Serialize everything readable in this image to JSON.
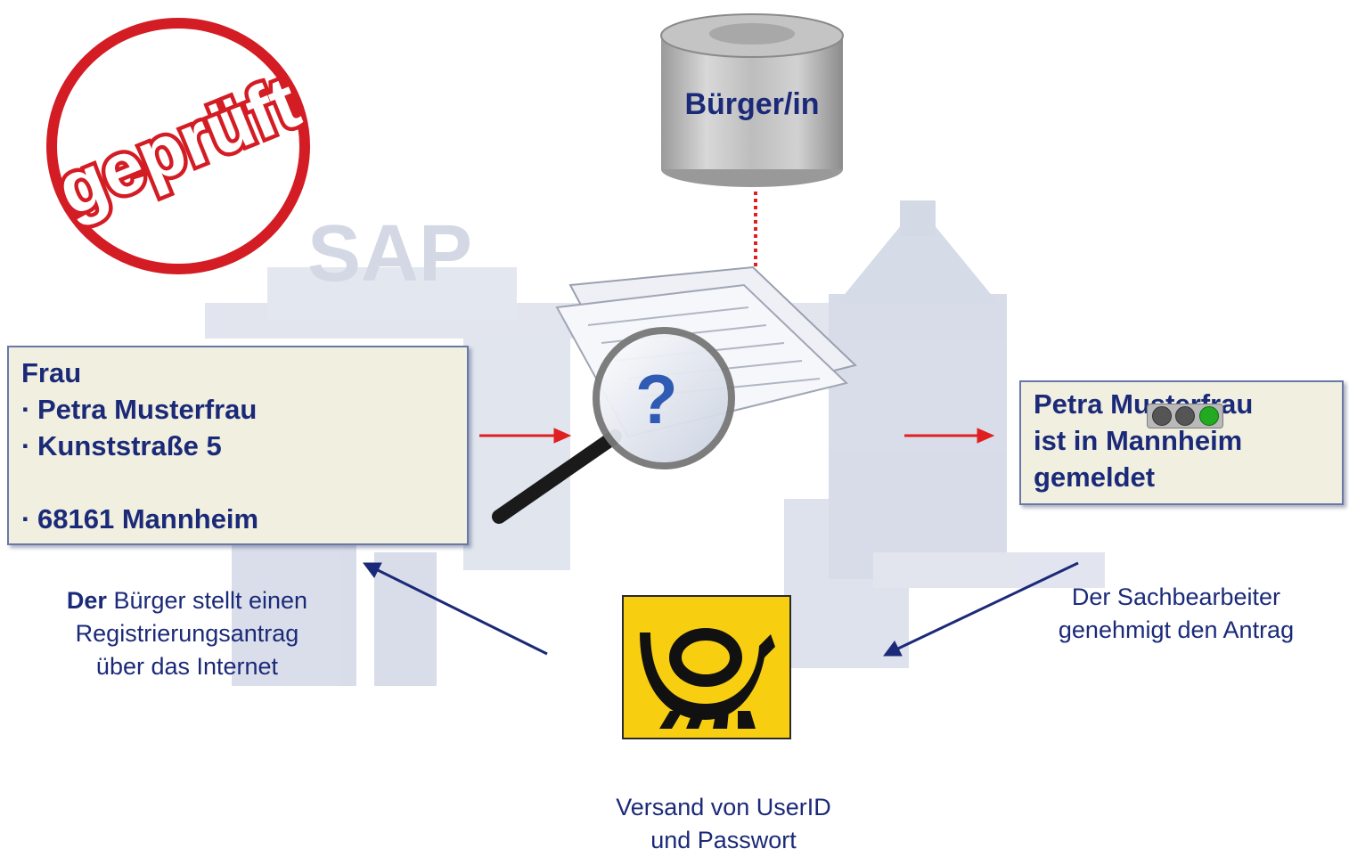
{
  "stamp": {
    "text": "geprüft",
    "color": "#d41c24"
  },
  "watermark": {
    "logo_text": "SAP"
  },
  "database": {
    "label": "Bürger/in"
  },
  "citizen_card": {
    "title": "Frau",
    "bullet": "·",
    "name": "Petra Musterfrau",
    "street": "Kunststraße 5",
    "city": "68161 Mannheim"
  },
  "status_card": {
    "line1": "Petra Musterfrau",
    "line2": "ist in Mannheim",
    "line3": "gemeldet",
    "traffic_light": [
      "#555555",
      "#555555",
      "#22aa22"
    ]
  },
  "step_citizen": {
    "bold": "Der",
    "line1_rest": " Bürger stellt einen",
    "line2": "Registrierungsantrag",
    "line3": "über das Internet"
  },
  "step_clerk": {
    "line1": "Der Sachbearbeiter",
    "line2": "genehmigt den Antrag"
  },
  "step_post": {
    "line1": "Versand von UserID",
    "line2": "und Passwort"
  },
  "icons": [
    "document-icon",
    "magnifier-icon",
    "question-mark-icon",
    "post-horn-icon",
    "traffic-light-icon",
    "database-icon"
  ],
  "colors": {
    "text": "#1b2a78",
    "card_bg": "#f0efe0",
    "arrow_red": "#e02020",
    "arrow_blue": "#1b2a78",
    "post_yellow": "#f8cf10"
  }
}
